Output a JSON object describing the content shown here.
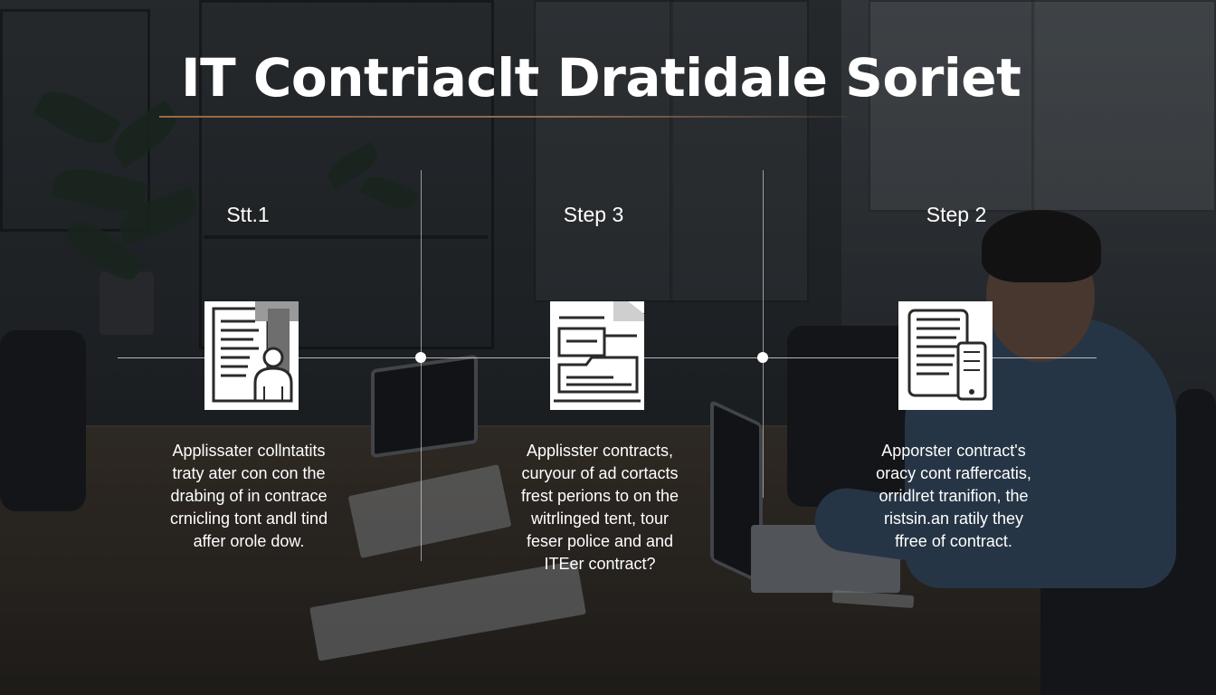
{
  "title": "IT Contriaclt Dratidale Soriet",
  "steps": [
    {
      "label": "Stt.1",
      "icon": "document-person-icon",
      "lines": [
        "Applissater collntatits",
        "traty ater con con the",
        "drabing of in contrace",
        "crnicling tont andl tind",
        "affer orole dow."
      ]
    },
    {
      "label": "Step 3",
      "icon": "document-flow-icon",
      "lines": [
        "Applisster contracts,",
        "curyour of ad cortacts",
        "frest perions to on the",
        "witrlinged tent, tour",
        "feser police and and",
        "ITEer contract?"
      ]
    },
    {
      "label": "Step 2",
      "icon": "document-phone-icon",
      "lines": [
        "Apporster contract's",
        "oracy cont raffercatis,",
        "orridlret tranifion, the",
        "ristsin.an ratily they",
        "ffree of contract."
      ]
    }
  ],
  "colors": {
    "title": "#ffffff",
    "accent_line": "#9a6a43",
    "timeline": "#e8e8e8",
    "icon_bg": "#ffffff",
    "icon_ink": "#2a2a2a"
  }
}
